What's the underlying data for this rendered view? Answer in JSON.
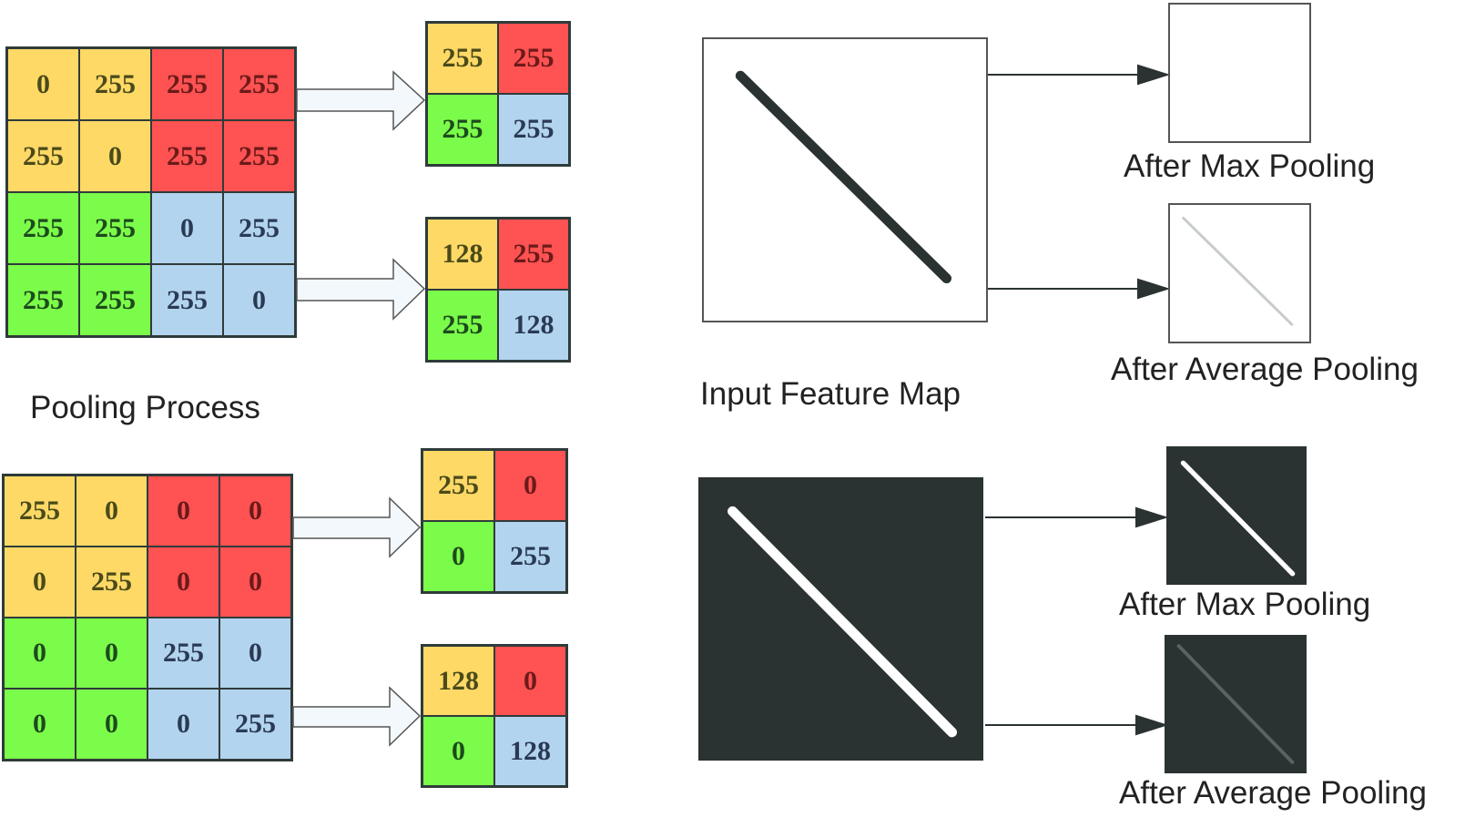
{
  "pooling_process": {
    "label": "Pooling Process",
    "colors": {
      "yellow": "#ffd966",
      "red": "#ff5252",
      "green": "#7cfc4a",
      "blue": "#b3d4ee"
    },
    "example_1": {
      "input": [
        [
          "0",
          "255",
          "255",
          "255"
        ],
        [
          "255",
          "0",
          "255",
          "255"
        ],
        [
          "255",
          "255",
          "0",
          "255"
        ],
        [
          "255",
          "255",
          "255",
          "0"
        ]
      ],
      "max_pool": [
        [
          "255",
          "255"
        ],
        [
          "255",
          "255"
        ]
      ],
      "avg_pool": [
        [
          "128",
          "255"
        ],
        [
          "255",
          "128"
        ]
      ]
    },
    "example_2": {
      "input": [
        [
          "255",
          "0",
          "0",
          "0"
        ],
        [
          "0",
          "255",
          "0",
          "0"
        ],
        [
          "0",
          "0",
          "255",
          "0"
        ],
        [
          "0",
          "0",
          "0",
          "255"
        ]
      ],
      "max_pool": [
        [
          "255",
          "0"
        ],
        [
          "0",
          "255"
        ]
      ],
      "avg_pool": [
        [
          "128",
          "0"
        ],
        [
          "0",
          "128"
        ]
      ]
    }
  },
  "feature_maps": {
    "input_label": "Input Feature Map",
    "max_label": "After Max Pooling",
    "avg_label": "After Average Pooling",
    "top": {
      "background": "#ffffff",
      "input_line": "#2b3232",
      "max_line": null,
      "avg_line": "#c8cccc"
    },
    "bottom": {
      "background": "#2b3232",
      "input_line": "#ffffff",
      "max_line": "#ffffff",
      "avg_line": "#5a6262"
    }
  }
}
